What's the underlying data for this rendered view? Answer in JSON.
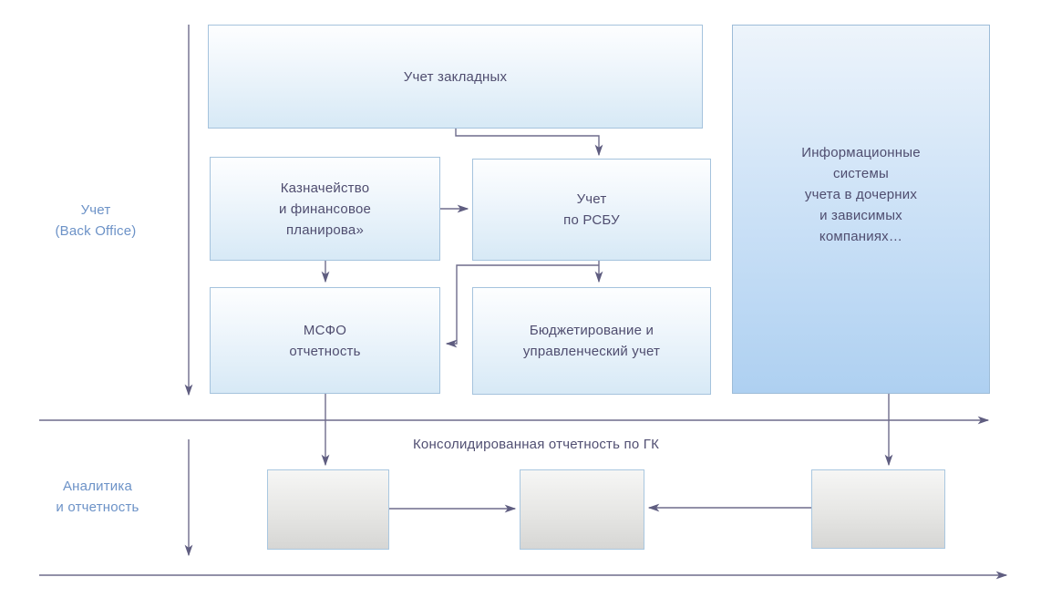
{
  "diagram": {
    "sections": {
      "back_office_label": "Учет\n(Back Office)",
      "analytics_label": "Аналитика\nи отчетность",
      "consolidated_label": "Консолидированная отчетность по ГК"
    },
    "boxes": {
      "mortgages": "Учет закладных",
      "treasury": "Казначейство\nи финансовое\nпланирова»",
      "rsbu": "Учет\nпо РСБУ",
      "msfo": "МСФО\nотчетность",
      "budgeting": "Бюджетирование и\nуправленческий учет",
      "subsidiaries": "Информационные\nсистемы\nучета в дочерних\nи зависимых\nкомпаниях…"
    },
    "colors": {
      "box_border": "#a5c3dd",
      "box_fill_top": "#fdfeff",
      "box_fill_bottom": "#d7e9f6",
      "big_box_fill_top": "#edf4fb",
      "big_box_fill_bottom": "#aed0f1",
      "gray_fill_top": "#f6f6f5",
      "gray_fill_bottom": "#d6d6d4",
      "line": "#6e6c8c",
      "arrowhead": "#5f5d80",
      "box_text": "#4f4d6f",
      "side_label_text": "#6c92c7"
    }
  }
}
